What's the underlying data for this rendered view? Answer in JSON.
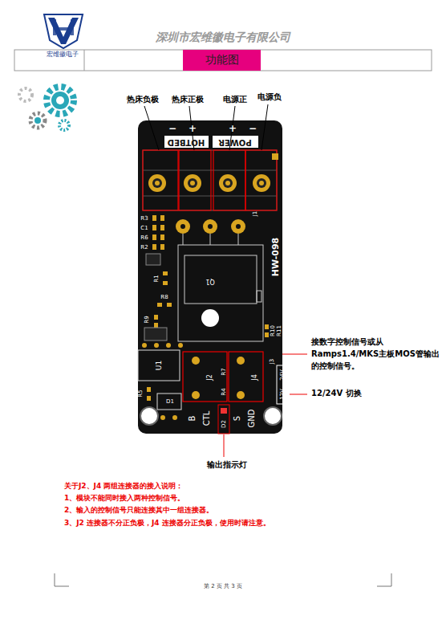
{
  "diagram": {
    "title": "功能图",
    "labels": [
      "宏维徽电子",
      "深圳市宏维徽电子有限公司",
      "热床负极",
      "热床正极",
      "电源正",
      "电源负",
      "−",
      "+",
      "+",
      "−",
      "HOTBED",
      "POWER",
      "J1",
      "R3",
      "C1",
      "R6",
      "R2",
      "R1",
      "Q1",
      "HW-098",
      "R9",
      "R8",
      "R10",
      "R11",
      "J3",
      "U1",
      "J2",
      "R7",
      "J4",
      "24V",
      "12V",
      "R5",
      "D1",
      "R4",
      "B",
      "CTL",
      "S",
      "GND",
      "D2",
      "接数字控制信号或从Ramps1.4/MKS主板MOS管输出的控制信号。",
      "12/24V 切换",
      "输出指示灯",
      "关于J2、J4 两组连接器的接入说明：",
      "1、模块不能同时接入两种控制信号。",
      "2、输入的控制信号只能连接其中一组连接器。",
      "3、J2 连接器不分正负极，J4 连接器分正负极，使用时请注意。",
      "第 2 页 共 3 页"
    ]
  }
}
